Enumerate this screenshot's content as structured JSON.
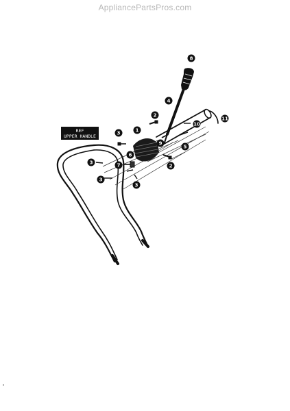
{
  "watermark": "AppliancePartsPros.com",
  "ref_label": {
    "line1": "REF",
    "line2": "UPPER HANDLE"
  },
  "callouts": [
    {
      "id": "c-8",
      "number": "8"
    },
    {
      "id": "c-4",
      "number": "4"
    },
    {
      "id": "c-2a",
      "number": "2"
    },
    {
      "id": "c-11",
      "number": "11"
    },
    {
      "id": "c-1",
      "number": "1"
    },
    {
      "id": "c-10",
      "number": "10"
    },
    {
      "id": "c-3a",
      "number": "3"
    },
    {
      "id": "c-9",
      "number": "9"
    },
    {
      "id": "c-5",
      "number": "5"
    },
    {
      "id": "c-6",
      "number": "6"
    },
    {
      "id": "c-3b",
      "number": "3"
    },
    {
      "id": "c-7",
      "number": "7"
    },
    {
      "id": "c-2b",
      "number": "2"
    },
    {
      "id": "c-3c",
      "number": "3"
    },
    {
      "id": "c-3d",
      "number": "3"
    }
  ]
}
